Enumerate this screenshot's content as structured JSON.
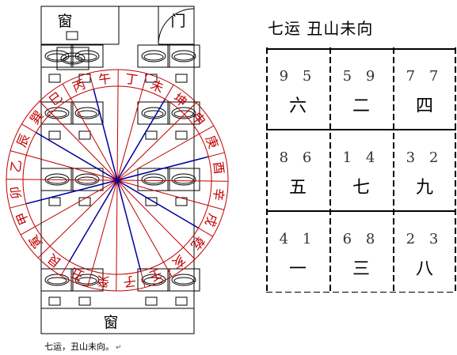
{
  "floor_plan": {
    "window_top": "窗",
    "window_bottom": "窗",
    "door": "门"
  },
  "compass_ring": {
    "labels": [
      "丁",
      "未",
      "坤",
      "申",
      "庚",
      "酉",
      "辛",
      "戌",
      "乾",
      "亥",
      "壬",
      "子",
      "癸",
      "丑",
      "艮",
      "寅",
      "甲",
      "卯",
      "乙",
      "辰",
      "巽",
      "巳",
      "丙",
      "午"
    ],
    "line_color": "#c00000",
    "axis_color": "#0000a0"
  },
  "chart_title": "七运  丑山未向",
  "grid": [
    {
      "nums": "9 5",
      "star": "六"
    },
    {
      "nums": "5 9",
      "star": "二"
    },
    {
      "nums": "7 7",
      "star": "四"
    },
    {
      "nums": "8 6",
      "star": "五"
    },
    {
      "nums": "1 4",
      "star": "七"
    },
    {
      "nums": "3 2",
      "star": "九"
    },
    {
      "nums": "4 1",
      "star": "一"
    },
    {
      "nums": "6 8",
      "star": "三"
    },
    {
      "nums": "2 3",
      "star": "八"
    }
  ],
  "caption": "七运，丑山未向。",
  "caption_mark": "↵"
}
